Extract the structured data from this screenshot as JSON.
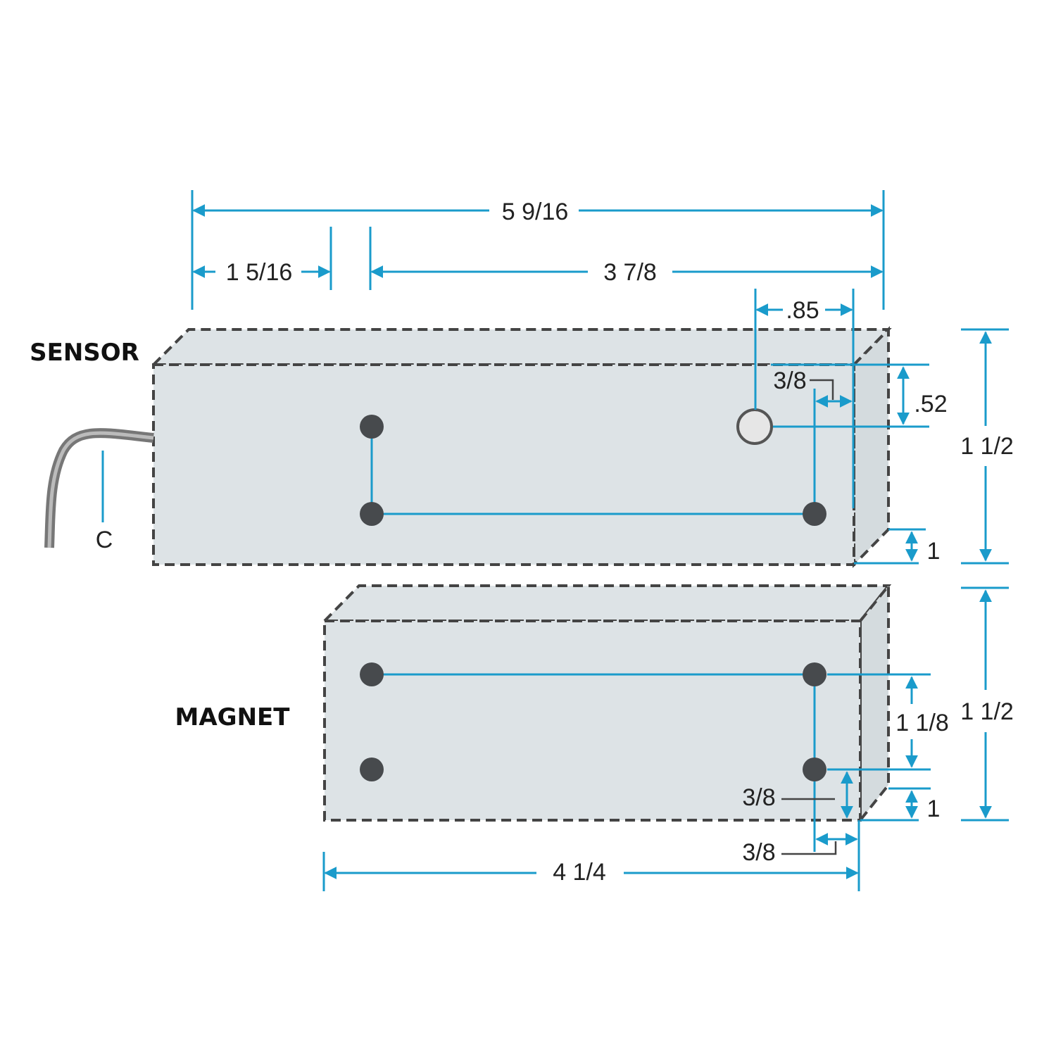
{
  "labels": {
    "sensor": "SENSOR",
    "magnet": "MAGNET",
    "cable": "C"
  },
  "dimensions": {
    "overall_length": "5 9/16",
    "sensor_tab": "1 5/16",
    "sensor_body": "3 7/8",
    "sensor_indicator_offset": ".85",
    "sensor_indicator_height": ".52",
    "sensor_hole_edge": "3/8",
    "sensor_depth": "1",
    "sensor_height": "1 1/2",
    "magnet_hole_spacing": "1 1/8",
    "magnet_hole_bottom": "3/8",
    "magnet_hole_side": "3/8",
    "magnet_depth": "1",
    "magnet_height": "1 1/2",
    "magnet_length": "4 1/4"
  },
  "colors": {
    "dimension": "#1a9bcb",
    "body": "#dde3e6",
    "outline": "#444444"
  }
}
